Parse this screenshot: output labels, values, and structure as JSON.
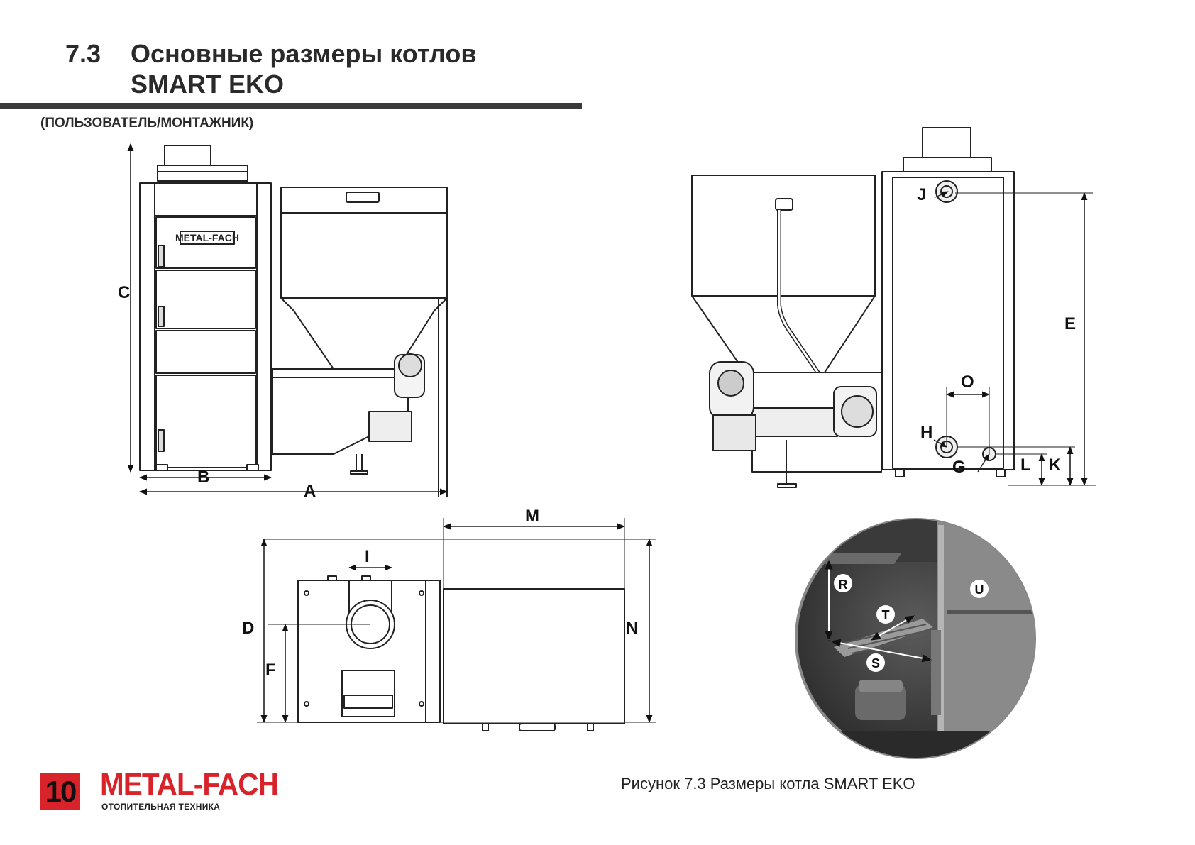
{
  "heading": {
    "number": "7.3",
    "line1": "Основные размеры котлов",
    "line2": "SMART EKO"
  },
  "subtitle": "(ПОЛЬЗОВАТЕЛЬ/МОНТАЖНИК)",
  "drawing": {
    "front_plate": "METAL-FACH",
    "labels": {
      "A": "A",
      "B": "B",
      "C": "C",
      "D": "D",
      "E": "E",
      "F": "F",
      "G": "G",
      "H": "H",
      "I": "I",
      "J": "J",
      "K": "K",
      "L": "L",
      "M": "M",
      "N": "N",
      "O": "O",
      "R": "R",
      "S": "S",
      "T": "T",
      "U": "U"
    }
  },
  "caption": "Рисунок 7.3 Размеры котла SMART EKO",
  "footer": {
    "page_number": "10",
    "brand": "METAL-FACH",
    "brand_tagline": "ОТОПИТЕЛЬНАЯ ТЕХНИКА",
    "accent_color": "#d8232a"
  }
}
